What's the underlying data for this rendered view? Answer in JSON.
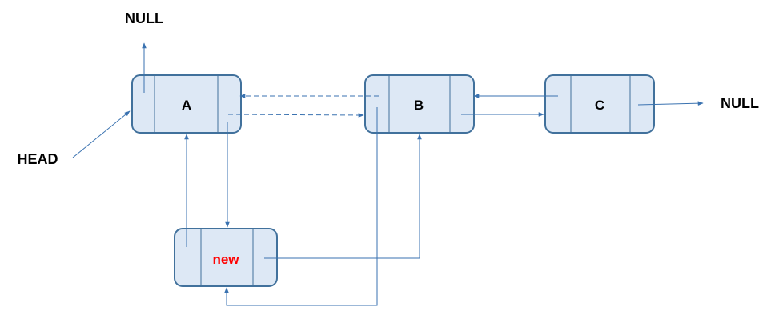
{
  "labels": {
    "head": "HEAD",
    "null_top": "NULL",
    "null_right": "NULL"
  },
  "nodes": {
    "a": "A",
    "b": "B",
    "c": "C",
    "new": "new"
  },
  "colors": {
    "node_fill": "#dde8f5",
    "node_border": "#41719c",
    "arrow": "#3a72b0",
    "new_text": "#ff0000"
  }
}
